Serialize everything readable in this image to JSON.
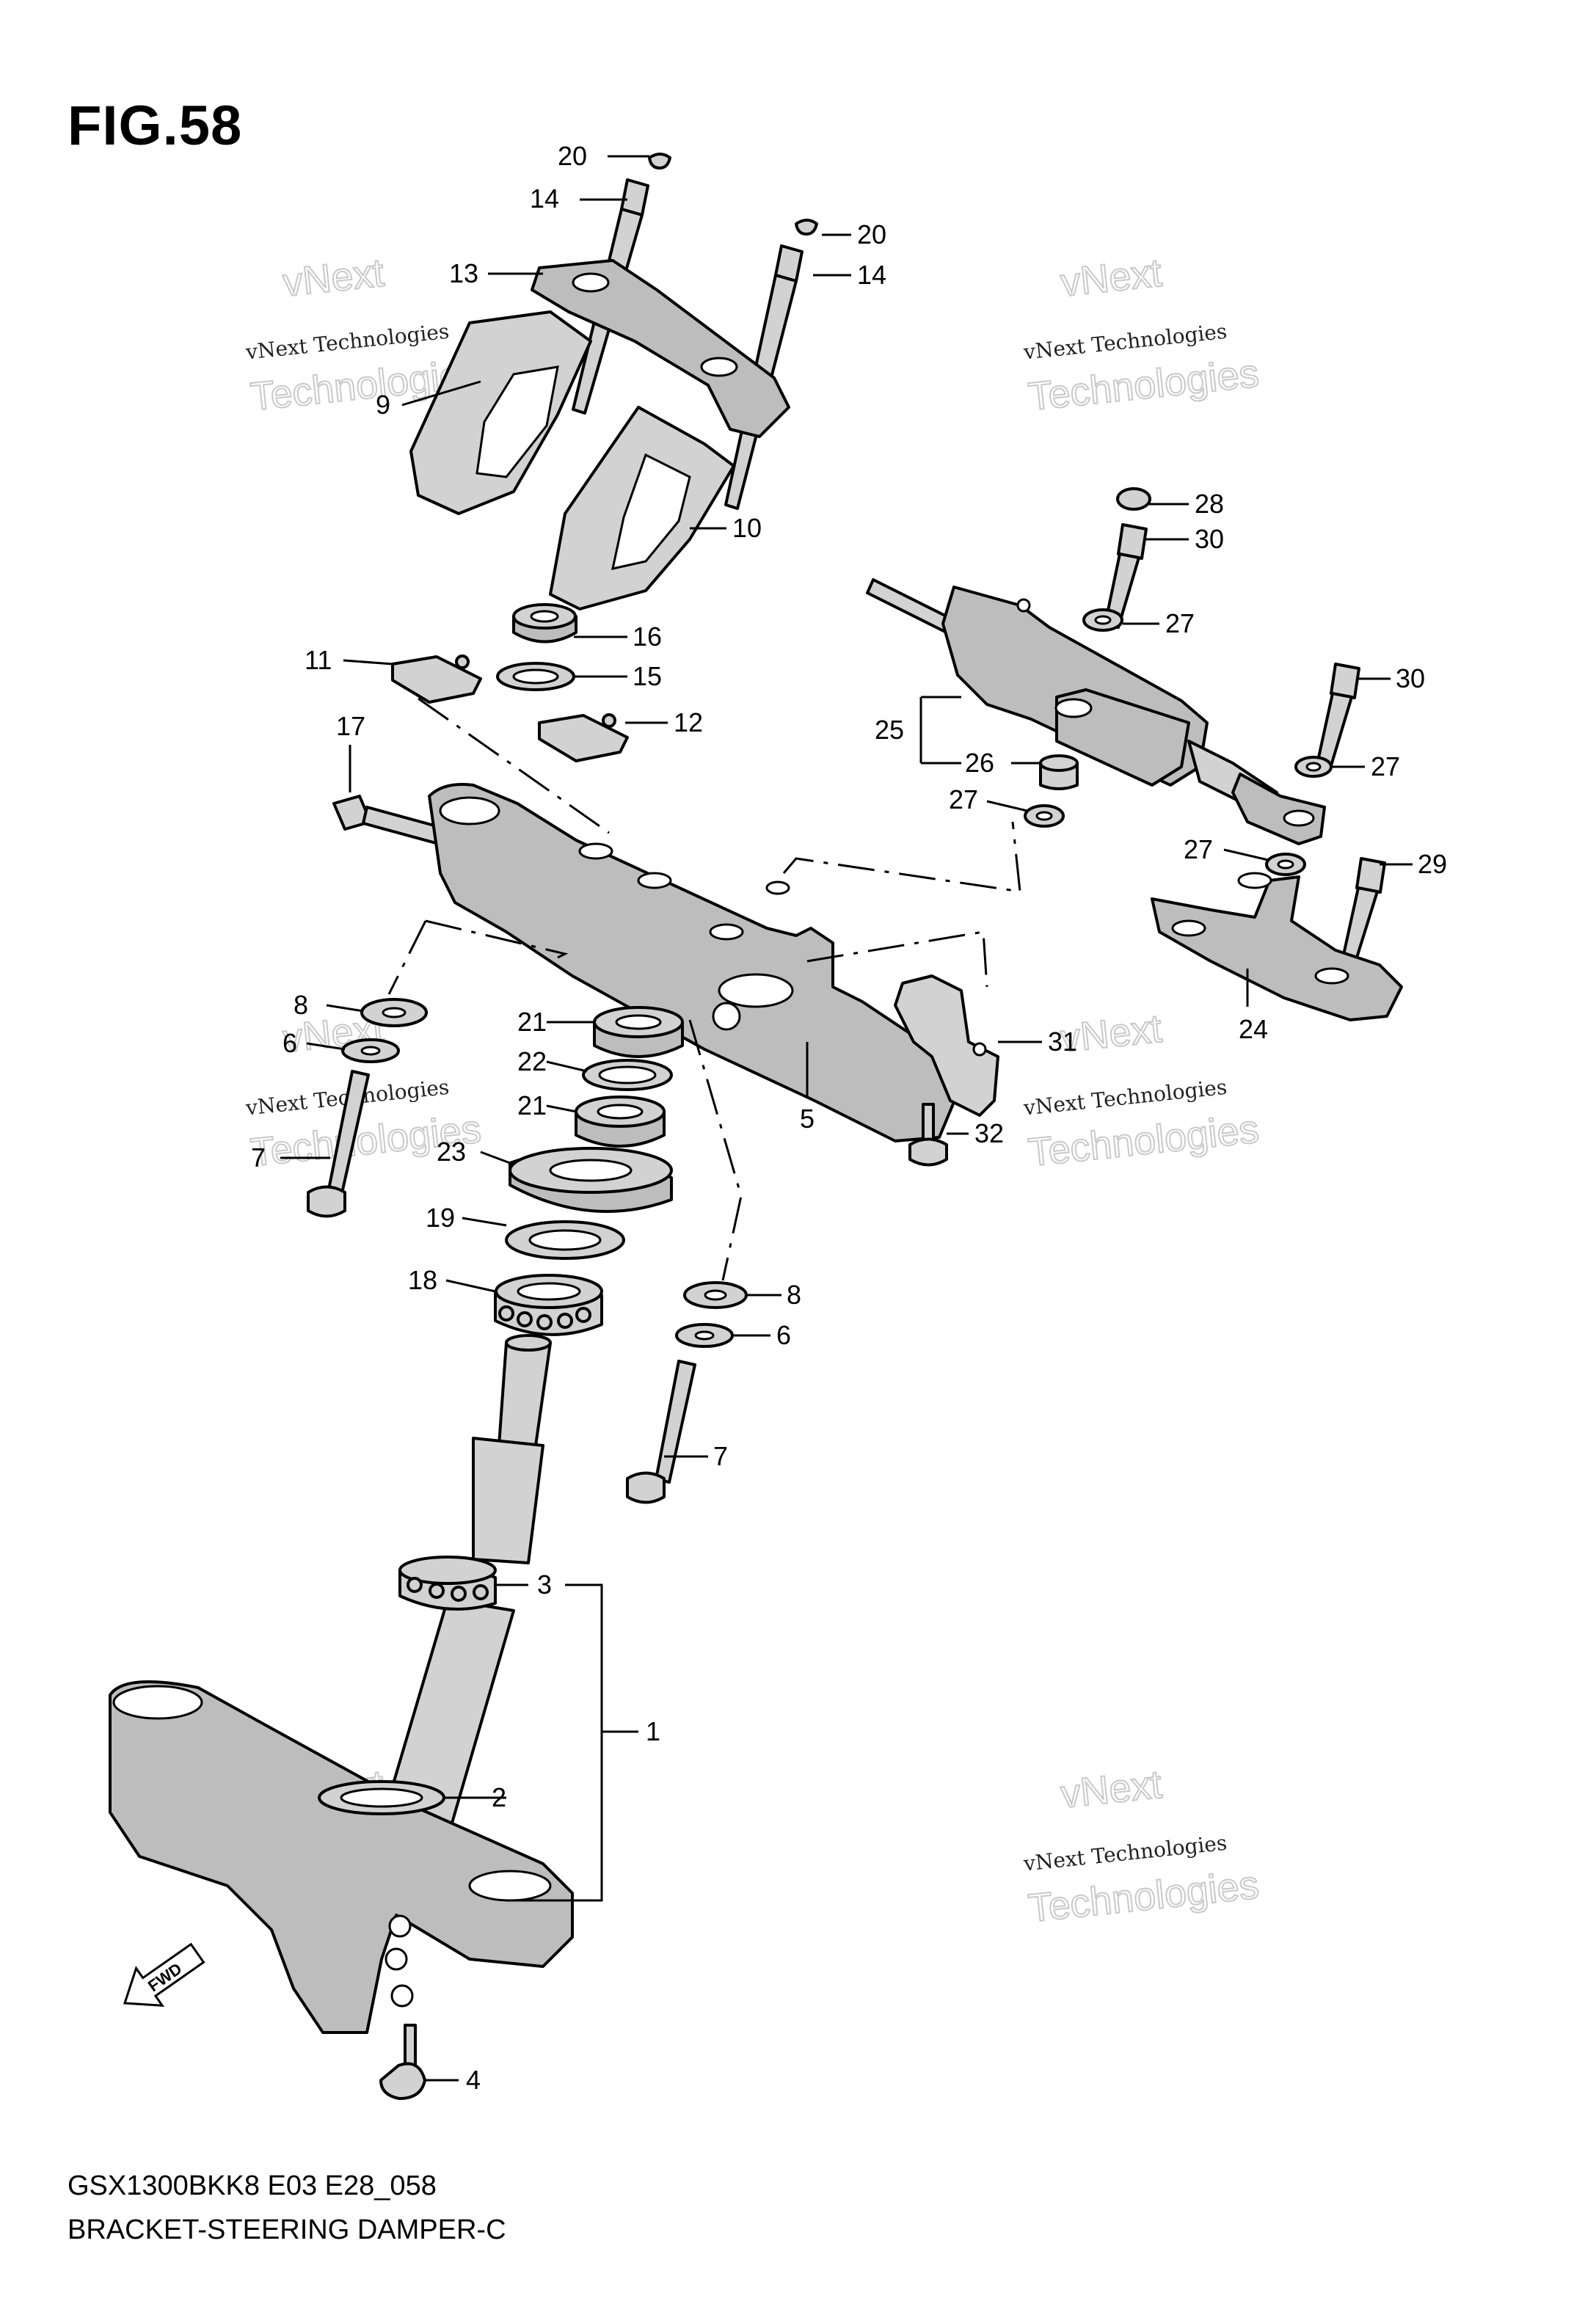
{
  "figure": {
    "title": "FIG.58",
    "model_code": "GSX1300BKK8 E03 E28_058",
    "subtitle": "BRACKET-STEERING DAMPER-C"
  },
  "watermark": {
    "line1": "vNext Technologies",
    "line2": "vNext",
    "line3": "Technologies"
  },
  "fwd_label": "FWD",
  "callouts": [
    "20",
    "14",
    "20",
    "14",
    "13",
    "9",
    "10",
    "28",
    "30",
    "27",
    "16",
    "11",
    "15",
    "12",
    "30",
    "25",
    "27",
    "17",
    "26",
    "27",
    "27",
    "29",
    "24",
    "8",
    "21",
    "6",
    "22",
    "21",
    "31",
    "5",
    "7",
    "23",
    "32",
    "19",
    "18",
    "8",
    "6",
    "7",
    "3",
    "1",
    "2",
    "4"
  ]
}
